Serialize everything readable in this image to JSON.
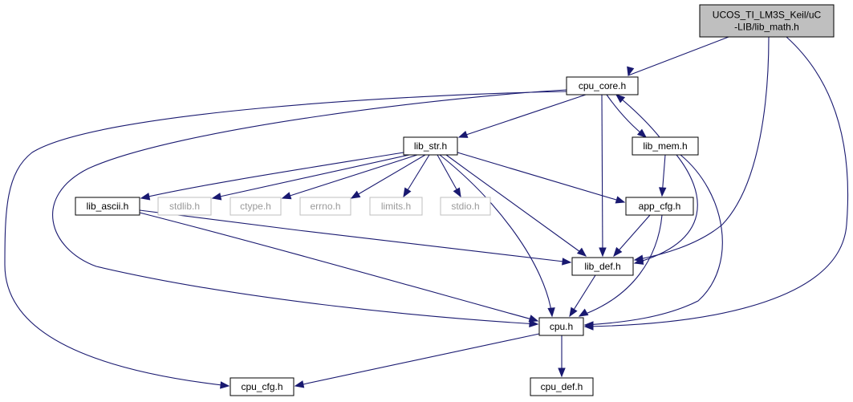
{
  "diagram": {
    "nodes": [
      {
        "id": "root",
        "lines": [
          "UCOS_TI_LM3S_Keil/uC",
          "-LIB/lib_math.h"
        ],
        "style": "root"
      },
      {
        "id": "cpu_core",
        "lines": [
          "cpu_core.h"
        ],
        "style": "normal"
      },
      {
        "id": "lib_str",
        "lines": [
          "lib_str.h"
        ],
        "style": "normal"
      },
      {
        "id": "lib_mem",
        "lines": [
          "lib_mem.h"
        ],
        "style": "normal"
      },
      {
        "id": "lib_ascii",
        "lines": [
          "lib_ascii.h"
        ],
        "style": "normal"
      },
      {
        "id": "stdlib",
        "lines": [
          "stdlib.h"
        ],
        "style": "external"
      },
      {
        "id": "ctype",
        "lines": [
          "ctype.h"
        ],
        "style": "external"
      },
      {
        "id": "errno",
        "lines": [
          "errno.h"
        ],
        "style": "external"
      },
      {
        "id": "limits",
        "lines": [
          "limits.h"
        ],
        "style": "external"
      },
      {
        "id": "stdio",
        "lines": [
          "stdio.h"
        ],
        "style": "external"
      },
      {
        "id": "app_cfg",
        "lines": [
          "app_cfg.h"
        ],
        "style": "normal"
      },
      {
        "id": "lib_def",
        "lines": [
          "lib_def.h"
        ],
        "style": "normal"
      },
      {
        "id": "cpu",
        "lines": [
          "cpu.h"
        ],
        "style": "normal"
      },
      {
        "id": "cpu_cfg",
        "lines": [
          "cpu_cfg.h"
        ],
        "style": "normal"
      },
      {
        "id": "cpu_def",
        "lines": [
          "cpu_def.h"
        ],
        "style": "normal"
      }
    ],
    "edges": [
      {
        "from": "root",
        "to": "cpu_core"
      },
      {
        "from": "root",
        "to": "lib_def"
      },
      {
        "from": "root",
        "to": "cpu"
      },
      {
        "from": "cpu_core",
        "to": "lib_str"
      },
      {
        "from": "cpu_core",
        "to": "lib_mem"
      },
      {
        "from": "cpu_core",
        "to": "lib_def"
      },
      {
        "from": "cpu_core",
        "to": "cpu"
      },
      {
        "from": "cpu_core",
        "to": "cpu_cfg"
      },
      {
        "from": "lib_str",
        "to": "lib_ascii"
      },
      {
        "from": "lib_str",
        "to": "stdlib"
      },
      {
        "from": "lib_str",
        "to": "ctype"
      },
      {
        "from": "lib_str",
        "to": "errno"
      },
      {
        "from": "lib_str",
        "to": "limits"
      },
      {
        "from": "lib_str",
        "to": "stdio"
      },
      {
        "from": "lib_str",
        "to": "app_cfg"
      },
      {
        "from": "lib_str",
        "to": "lib_def"
      },
      {
        "from": "lib_str",
        "to": "cpu"
      },
      {
        "from": "lib_mem",
        "to": "cpu_core"
      },
      {
        "from": "lib_mem",
        "to": "app_cfg"
      },
      {
        "from": "lib_mem",
        "to": "lib_def"
      },
      {
        "from": "lib_mem",
        "to": "cpu"
      },
      {
        "from": "lib_ascii",
        "to": "lib_def"
      },
      {
        "from": "lib_ascii",
        "to": "cpu"
      },
      {
        "from": "app_cfg",
        "to": "lib_def"
      },
      {
        "from": "app_cfg",
        "to": "cpu"
      },
      {
        "from": "lib_def",
        "to": "cpu"
      },
      {
        "from": "cpu",
        "to": "cpu_cfg"
      },
      {
        "from": "cpu",
        "to": "cpu_def"
      }
    ]
  }
}
